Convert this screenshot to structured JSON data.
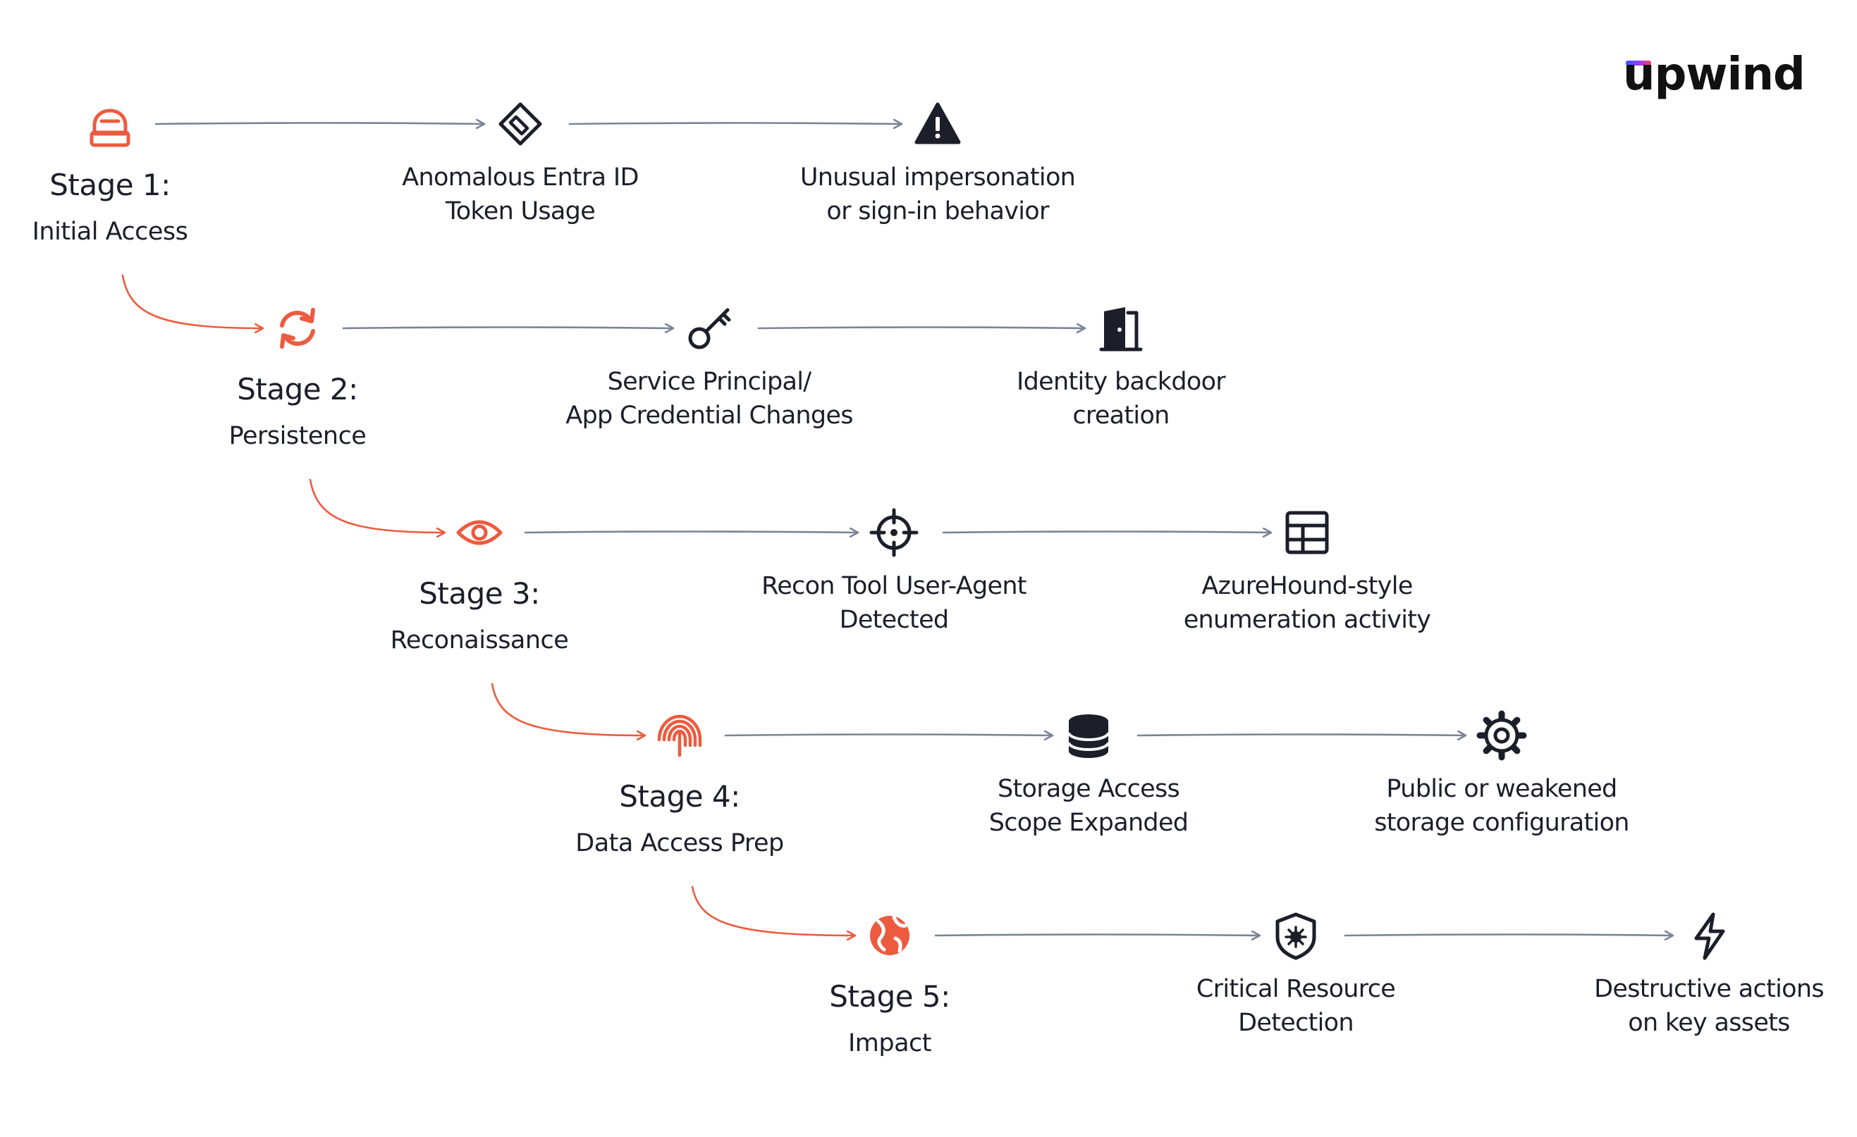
{
  "brand": {
    "logo_text": "upwind",
    "accent": "#ec5b3f",
    "flow_arrow_color": "#7a8496"
  },
  "stages": [
    {
      "title": "Stage 1:",
      "subtitle": "Initial Access",
      "icon": "hacker-icon",
      "steps": [
        {
          "lines": [
            "Anomalous Entra ID",
            "Token Usage"
          ],
          "icon": "token-icon"
        },
        {
          "lines": [
            "Unusual impersonation",
            "or sign-in behavior"
          ],
          "icon": "warning-icon"
        }
      ]
    },
    {
      "title": "Stage 2:",
      "subtitle": "Persistence",
      "icon": "refresh-icon",
      "steps": [
        {
          "lines": [
            "Service Principal/",
            "App Credential Changes"
          ],
          "icon": "key-icon"
        },
        {
          "lines": [
            "Identity backdoor",
            "creation"
          ],
          "icon": "door-icon"
        }
      ]
    },
    {
      "title": "Stage 3:",
      "subtitle": "Reconaissance",
      "icon": "eye-icon",
      "steps": [
        {
          "lines": [
            "Recon Tool User-Agent",
            "Detected"
          ],
          "icon": "crosshair-icon"
        },
        {
          "lines": [
            "AzureHound-style",
            "enumeration activity"
          ],
          "icon": "table-icon"
        }
      ]
    },
    {
      "title": "Stage 4:",
      "subtitle": "Data Access Prep",
      "icon": "fingerprint-icon",
      "steps": [
        {
          "lines": [
            "Storage Access",
            "Scope Expanded"
          ],
          "icon": "database-icon"
        },
        {
          "lines": [
            "Public or weakened",
            "storage configuration"
          ],
          "icon": "gear-icon"
        }
      ]
    },
    {
      "title": "Stage 5:",
      "subtitle": "Impact",
      "icon": "globe-icon",
      "steps": [
        {
          "lines": [
            "Critical Resource",
            "Detection"
          ],
          "icon": "shield-icon"
        },
        {
          "lines": [
            "Destructive actions",
            "on key assets"
          ],
          "icon": "lightning-icon"
        }
      ]
    }
  ]
}
